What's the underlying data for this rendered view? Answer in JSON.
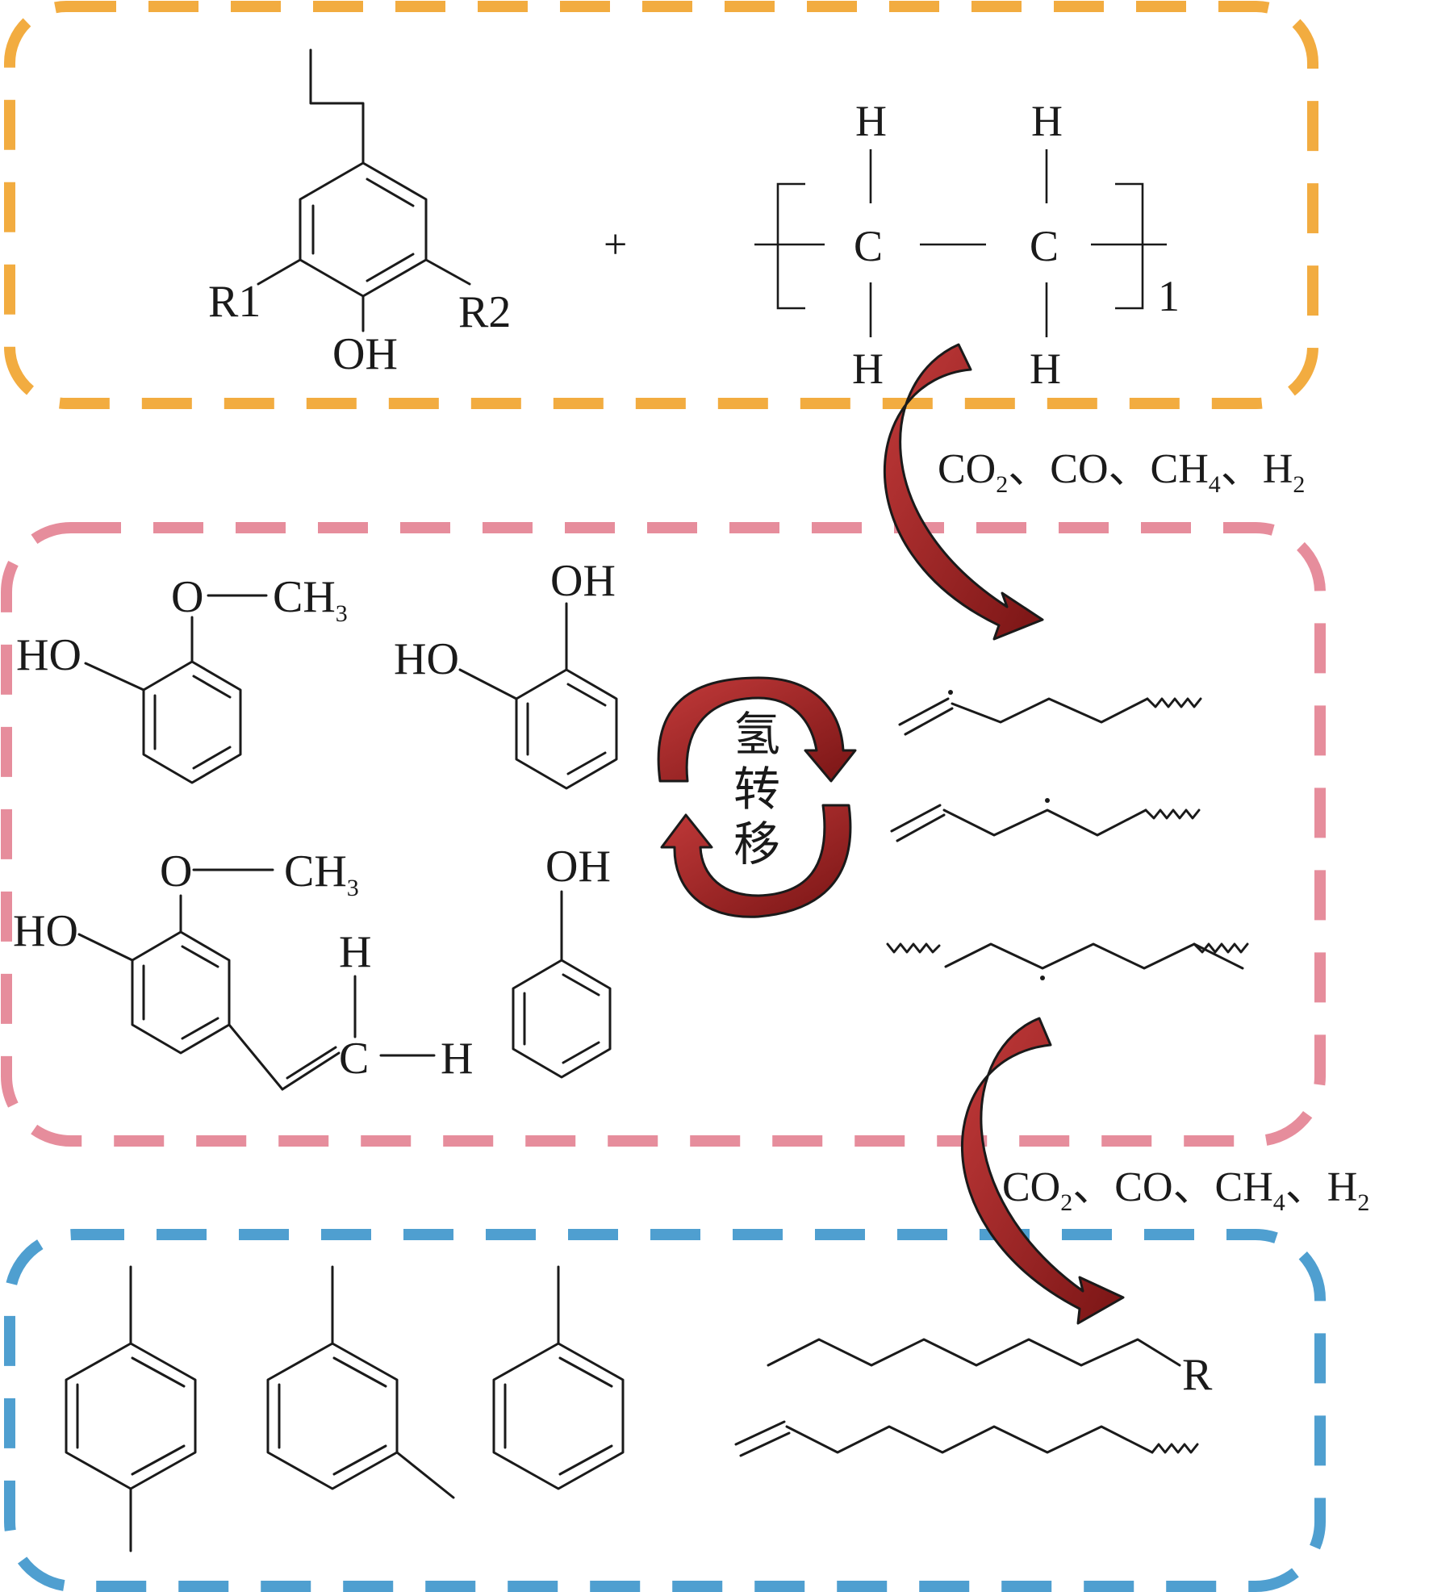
{
  "colors": {
    "orange_box": "#f2ac40",
    "pink_box": "#e68d9c",
    "blue_box": "#4f9fd0",
    "arrow_dark": "#8a1c1c",
    "arrow_light": "#c23a3a",
    "ink": "#1a1a1a"
  },
  "icons": [
    "curved-arrow-icon",
    "cycle-arrows-icon",
    "wavy-bond-icon"
  ],
  "top": {
    "lignin": {
      "r1": "R1",
      "r2": "R2",
      "oh": "OH"
    },
    "plus": "+",
    "polyethylene": {
      "h_top_left": "H",
      "h_top_right": "H",
      "c_left": "C",
      "c_right": "C",
      "h_bottom_left": "H",
      "h_bottom_right": "H",
      "repeat_count": "1"
    }
  },
  "gas_label_1": {
    "co2": "CO",
    "co2_sub": "2",
    "sep1": "、",
    "co": "CO",
    "sep2": "、",
    "ch4": "CH",
    "ch4_sub": "4",
    "sep3": "、",
    "h2": "H",
    "h2_sub": "2"
  },
  "middle": {
    "guaiacol": {
      "o": "O",
      "ch3": "CH",
      "ch3_sub": "3",
      "ho": "HO"
    },
    "catechol": {
      "oh": "OH",
      "ho": "HO"
    },
    "eugenol_like": {
      "o": "O",
      "ch3": "CH",
      "ch3_sub": "3",
      "ho": "HO",
      "h_top": "H",
      "c": "C",
      "h_right": "H"
    },
    "phenol": {
      "oh": "OH"
    },
    "transfer_label": [
      "氢",
      "转",
      "移"
    ]
  },
  "gas_label_2": {
    "co2": "CO",
    "co2_sub": "2",
    "sep1": "、",
    "co": "CO",
    "sep2": "、",
    "ch4": "CH",
    "ch4_sub": "4",
    "sep3": "、",
    "h2": "H",
    "h2_sub": "2"
  },
  "bottom": {
    "r": "R"
  }
}
